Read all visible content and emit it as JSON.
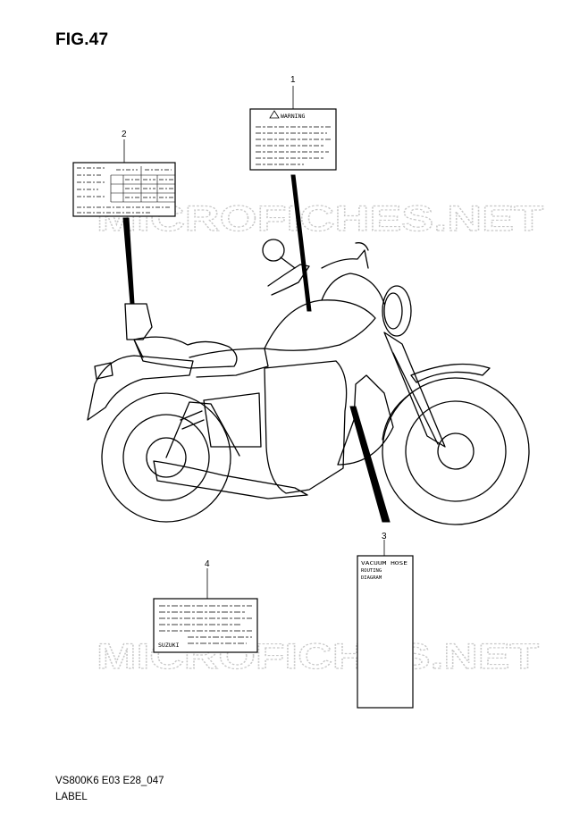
{
  "figure": {
    "title": "FIG.47",
    "model_code": "VS800K6 E03 E28_047",
    "category": "LABEL"
  },
  "watermark": {
    "text": "MICROFICHES.NET",
    "color": "#c8c8c8"
  },
  "callouts": [
    {
      "number": "1",
      "part": "warning-label"
    },
    {
      "number": "2",
      "part": "tire-information-label"
    },
    {
      "number": "3",
      "part": "vacuum-hose-routing-label"
    },
    {
      "number": "4",
      "part": "info-label"
    }
  ],
  "labels": {
    "warning_header": "WARNING",
    "hose_routing_lines": [
      "VACUUM HOSE",
      "ROUTING",
      "DIAGRAM"
    ],
    "brand": "SUZUKI"
  }
}
